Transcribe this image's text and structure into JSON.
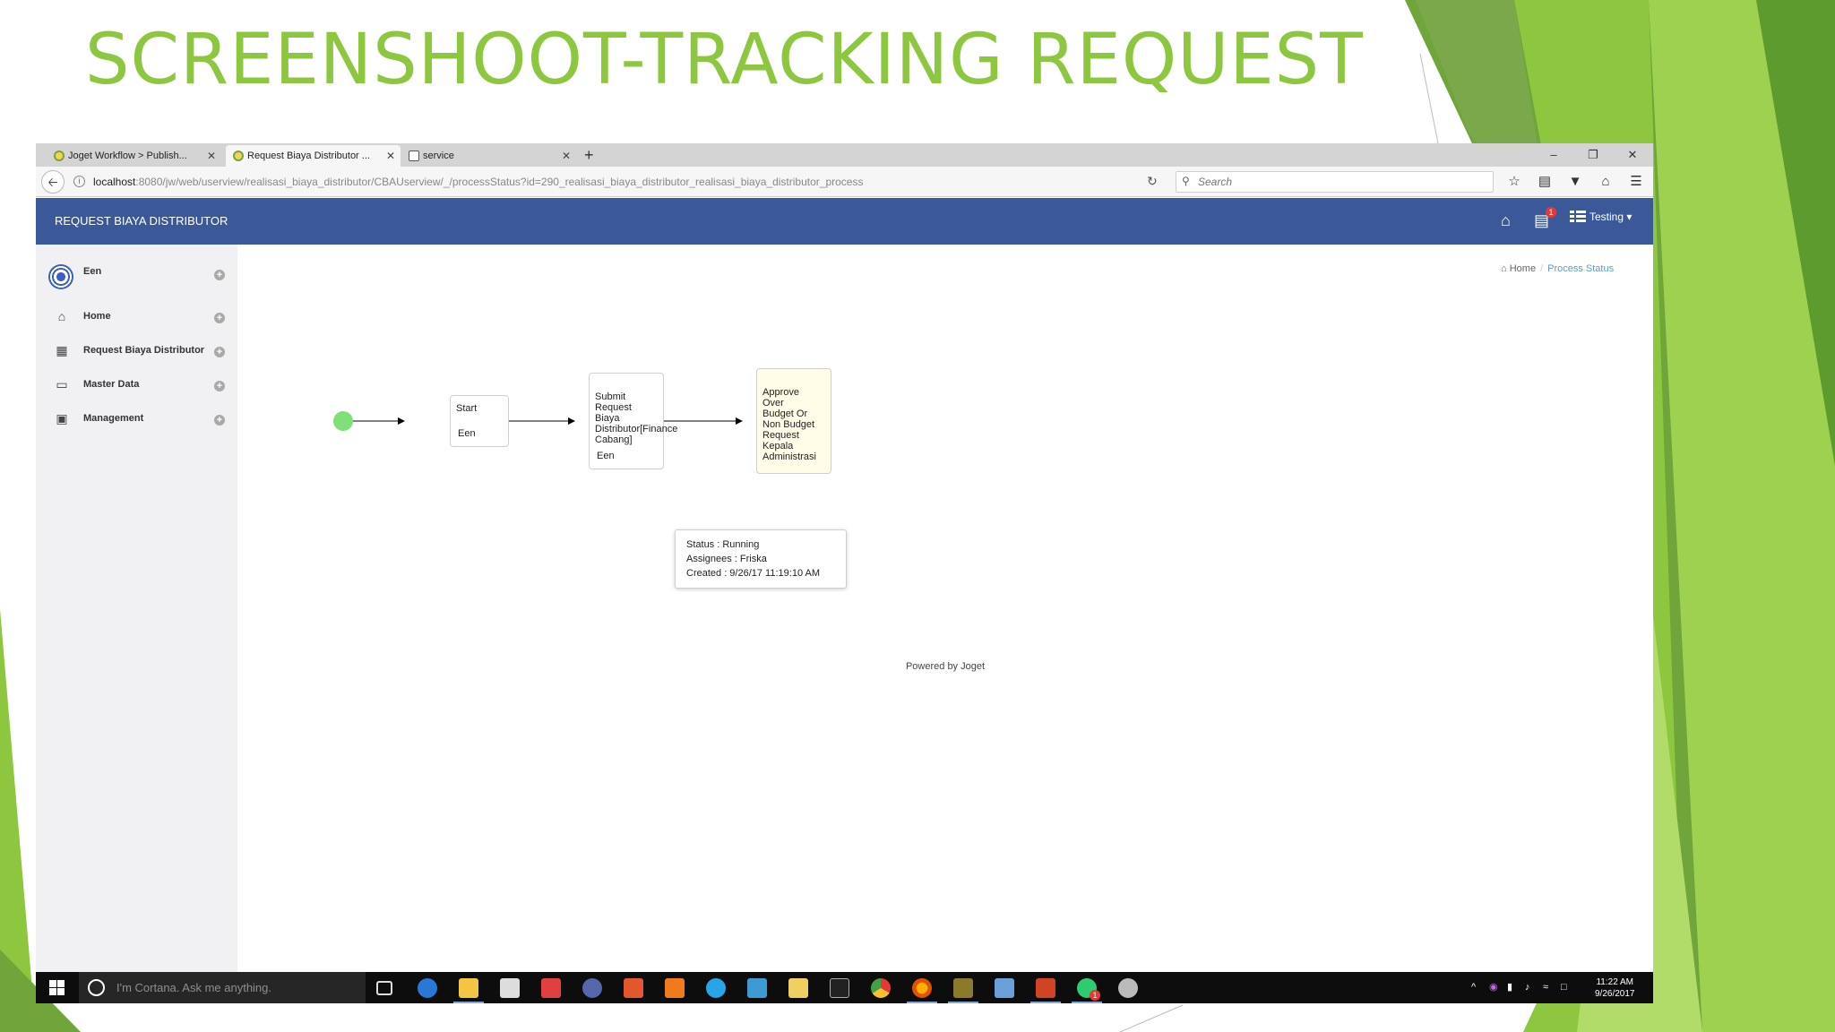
{
  "slide": {
    "title": "SCREENSHOOT-TRACKING REQUEST"
  },
  "browser": {
    "tabs": [
      {
        "label": "Joget Workflow > Publish..."
      },
      {
        "label": "Request Biaya Distributor ..."
      },
      {
        "label": "service"
      }
    ],
    "new_tab_symbol": "+",
    "url_host": "localhost",
    "url_rest": ":8080/jw/web/userview/realisasi_biaya_distributor/CBAUserview/_/processStatus?id=290_realisasi_biaya_distributor_realisasi_biaya_distributor_process",
    "search_placeholder": "Search"
  },
  "app": {
    "title": "REQUEST BIAYA DISTRIBUTOR",
    "inbox_badge": "1",
    "user_menu": "Testing ▾"
  },
  "sidebar": {
    "user": "Een",
    "items": [
      {
        "label": "Home",
        "icon": "home-icon"
      },
      {
        "label": "Request Biaya Distributor",
        "icon": "film-icon"
      },
      {
        "label": "Master Data",
        "icon": "monitor-icon"
      },
      {
        "label": "Management",
        "icon": "briefcase-icon"
      }
    ]
  },
  "breadcrumb": {
    "home": "Home",
    "current": "Process Status"
  },
  "process": {
    "nodes": [
      {
        "label": "Start",
        "assignee": "Een"
      },
      {
        "label": "Submit\nRequest\nBiaya\nDistributor[Finance\nCabang]",
        "assignee": "Een"
      },
      {
        "label": "Approve\nOver\nBudget Or\nNon Budget\nRequest\nKepala\nAdministrasi",
        "assignee": ""
      }
    ],
    "status_popup": {
      "status": "Status : Running",
      "assignees": "Assignees : Friska",
      "created": "Created : 9/26/17 11:19:10 AM"
    }
  },
  "footer": {
    "powered_by": "Powered by Joget"
  },
  "taskbar": {
    "cortana_placeholder": "I'm Cortana. Ask me anything.",
    "clock_time": "11:22 AM",
    "clock_date": "9/26/2017",
    "whatsapp_badge": "1"
  },
  "colors": {
    "title_green": "#8dc63f",
    "header_blue": "#3b5998",
    "start_event": "#7fe07a",
    "active_node": "#fffde8"
  }
}
